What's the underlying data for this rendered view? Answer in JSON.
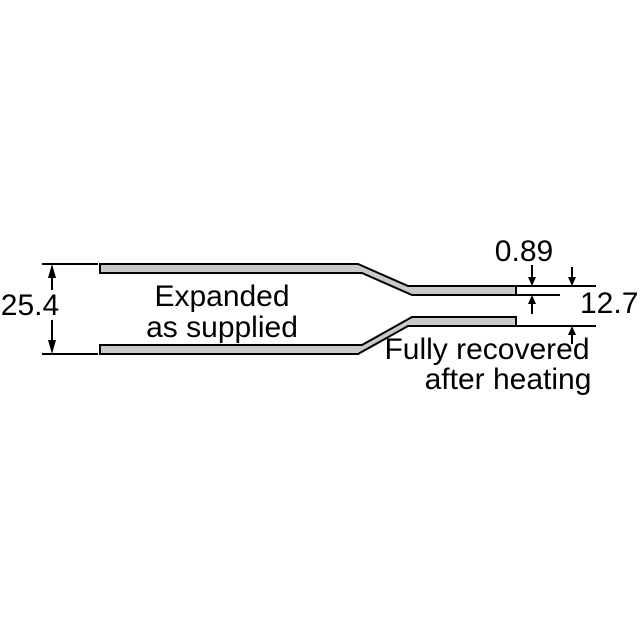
{
  "diagram": {
    "title": "heat-shrink tubing recovery diagram",
    "background": "#ffffff",
    "stroke_color": "#000000",
    "wall_fill": "#c9c9c9",
    "labels": {
      "expanded_line1": "Expanded",
      "expanded_line2": "as supplied",
      "recovered_line1": "Fully recovered",
      "recovered_line2": "after heating"
    },
    "dimensions": {
      "expanded_diameter": "25.4",
      "wall_thickness": "0.89",
      "recovered_diameter": "12.7"
    }
  }
}
